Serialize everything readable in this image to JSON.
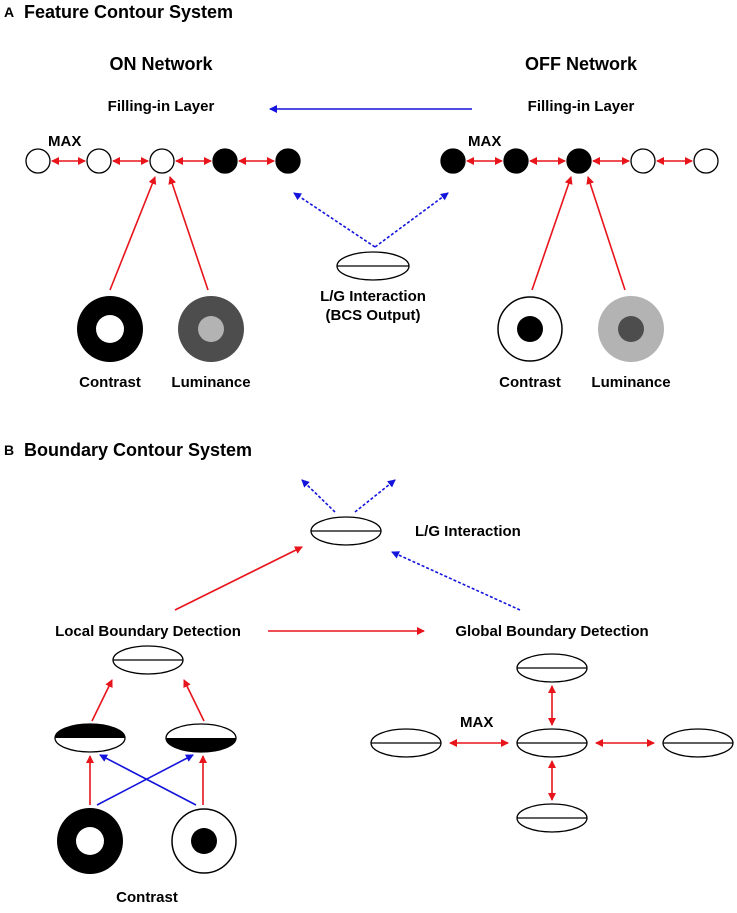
{
  "panel_a": {
    "letter": "A",
    "title": "Feature Contour System",
    "on_network": {
      "title": "ON Network",
      "layer_label": "Filling-in Layer",
      "max_label": "MAX",
      "inputs": [
        "Contrast",
        "Luminance"
      ]
    },
    "off_network": {
      "title": "OFF Network",
      "layer_label": "Filling-in Layer",
      "max_label": "MAX",
      "inputs": [
        "Contrast",
        "Luminance"
      ]
    },
    "lg_label_1": "L/G Interaction",
    "lg_label_2": "(BCS Output)"
  },
  "panel_b": {
    "letter": "B",
    "title": "Boundary Contour System",
    "lg_label": "L/G Interaction",
    "local_label": "Local Boundary Detection",
    "global_label": "Global Boundary Detection",
    "max_label": "MAX",
    "contrast_label": "Contrast"
  },
  "colors": {
    "excitatory": "#e8141b",
    "feedback": "#1414dc",
    "dark_gray": "#4d4d4d",
    "light_gray": "#b3b3b3"
  }
}
